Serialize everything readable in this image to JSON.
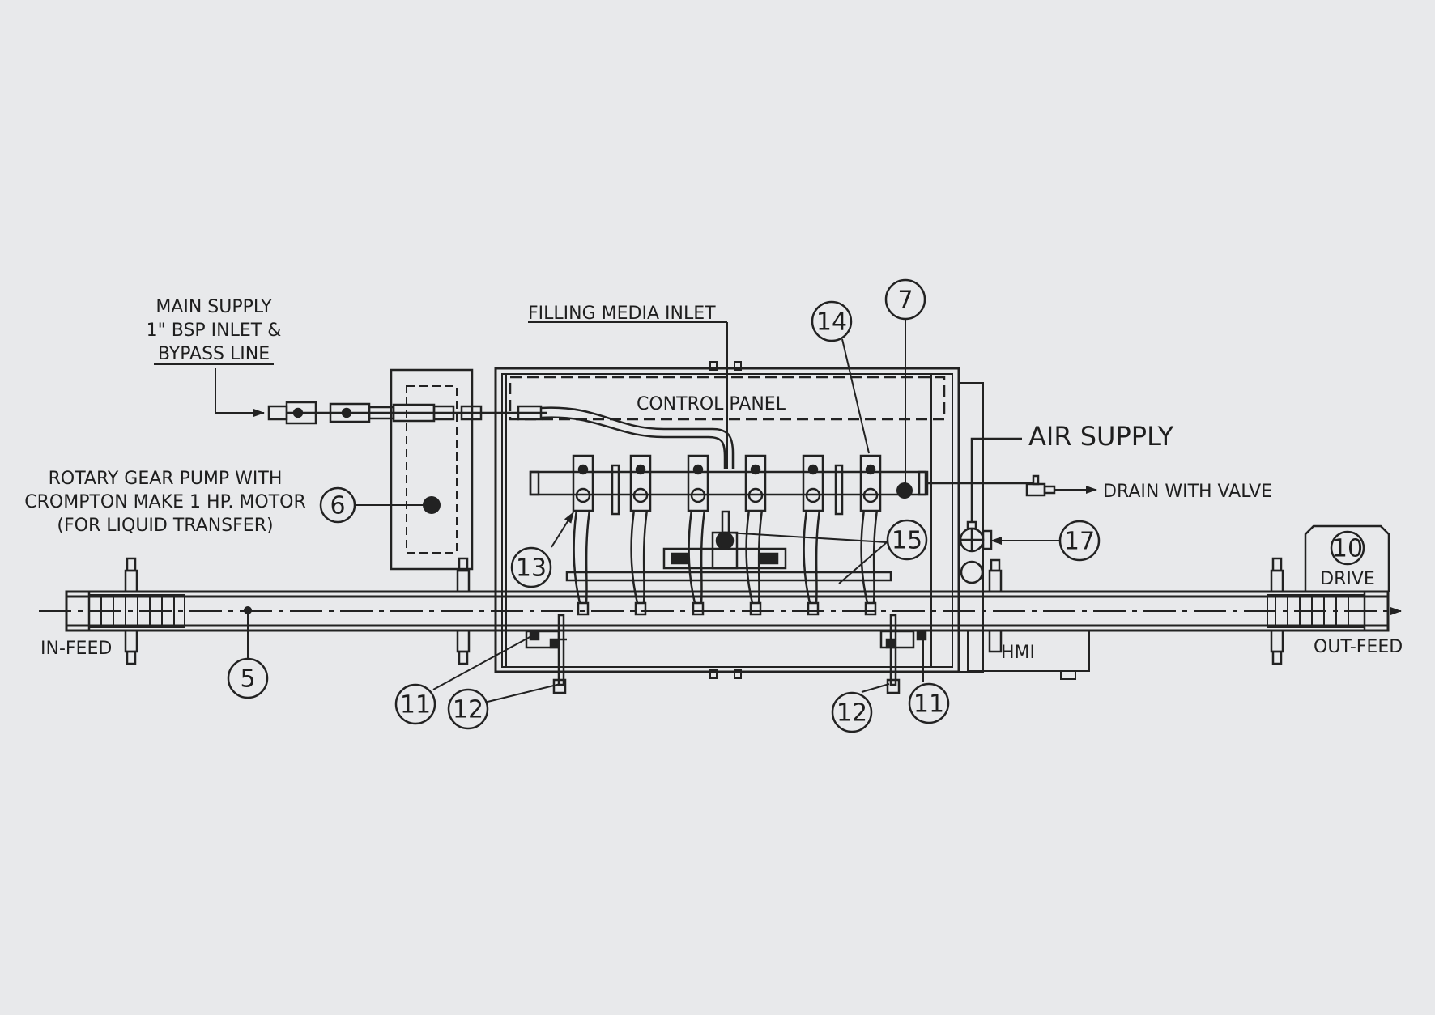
{
  "labels": {
    "main_supply_1": "MAIN SUPPLY",
    "main_supply_2": "1\" BSP INLET &",
    "main_supply_3": "BYPASS LINE",
    "filling_media_inlet": "FILLING MEDIA INLET",
    "control_panel": "CONTROL PANEL",
    "air_supply": "AIR SUPPLY",
    "drain_with_valve": "DRAIN WITH VALVE",
    "pump_1": "ROTARY GEAR PUMP WITH",
    "pump_2": "CROMPTON MAKE 1 HP. MOTOR",
    "pump_3": "(FOR LIQUID TRANSFER)",
    "in_feed": "IN-FEED",
    "out_feed": "OUT-FEED",
    "drive": "DRIVE",
    "hmi": "HMI"
  },
  "bubbles": {
    "b5": "5",
    "b6": "6",
    "b7": "7",
    "b10": "10",
    "b11a": "11",
    "b11b": "11",
    "b12a": "12",
    "b12b": "12",
    "b13": "13",
    "b14": "14",
    "b15": "15",
    "b17": "17"
  },
  "colors": {
    "background": "#e8e9eb",
    "line": "#222222"
  }
}
